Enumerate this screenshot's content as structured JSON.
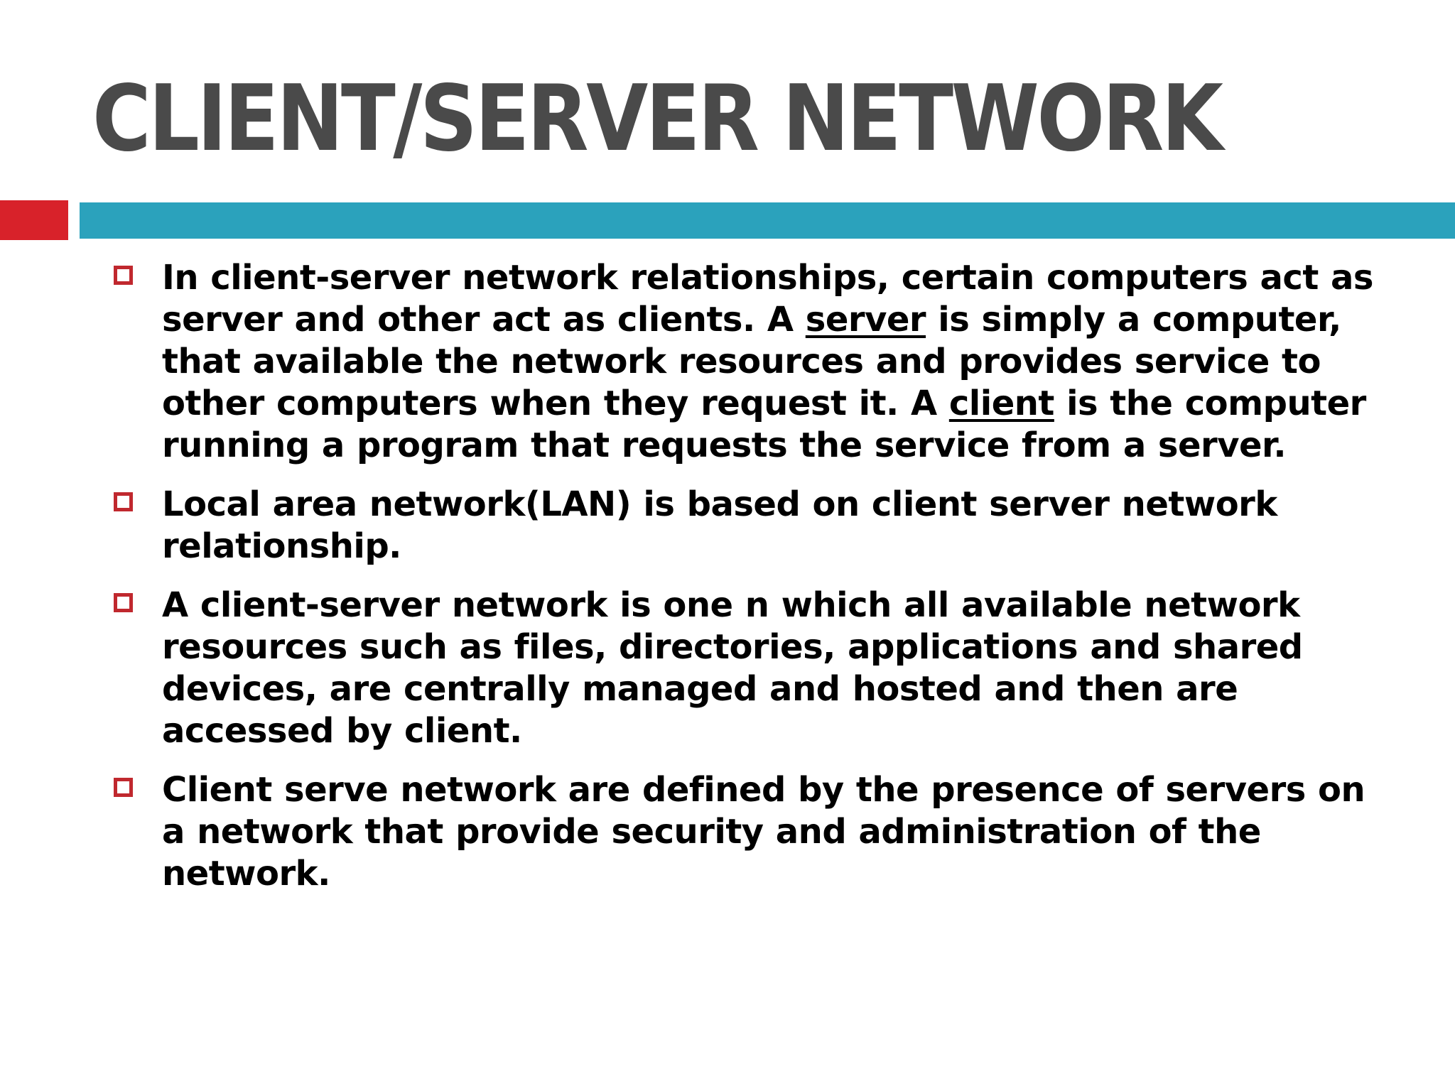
{
  "slide": {
    "title": "CLIENT/SERVER NETWORK",
    "colors": {
      "title_gray": "#4a4a4a",
      "accent_red": "#d8222a",
      "accent_teal": "#2ba2bc",
      "bullet_red": "#c0282e",
      "body_black": "#000000"
    },
    "bullets": [
      {
        "segments": [
          {
            "text": "In client-server network relationships, certain computers act as server and other act as clients. A ",
            "underline": false
          },
          {
            "text": "server",
            "underline": true
          },
          {
            "text": " is simply a computer, that available the network resources and provides service to other computers when they request it. A ",
            "underline": false
          },
          {
            "text": "client",
            "underline": true
          },
          {
            "text": " is the computer running a program that requests the service from a server.",
            "underline": false
          }
        ]
      },
      {
        "segments": [
          {
            "text": "Local area network(LAN) is based on client server network relationship.",
            "underline": false
          }
        ]
      },
      {
        "segments": [
          {
            "text": "A client-server network is one n which all available network resources such as files, directories, applications and shared devices, are centrally managed and hosted and then are accessed by client.",
            "underline": false
          }
        ]
      },
      {
        "segments": [
          {
            "text": "Client serve network are defined by the presence of servers on a network that provide security and administration of the network.",
            "underline": false
          }
        ]
      }
    ]
  }
}
